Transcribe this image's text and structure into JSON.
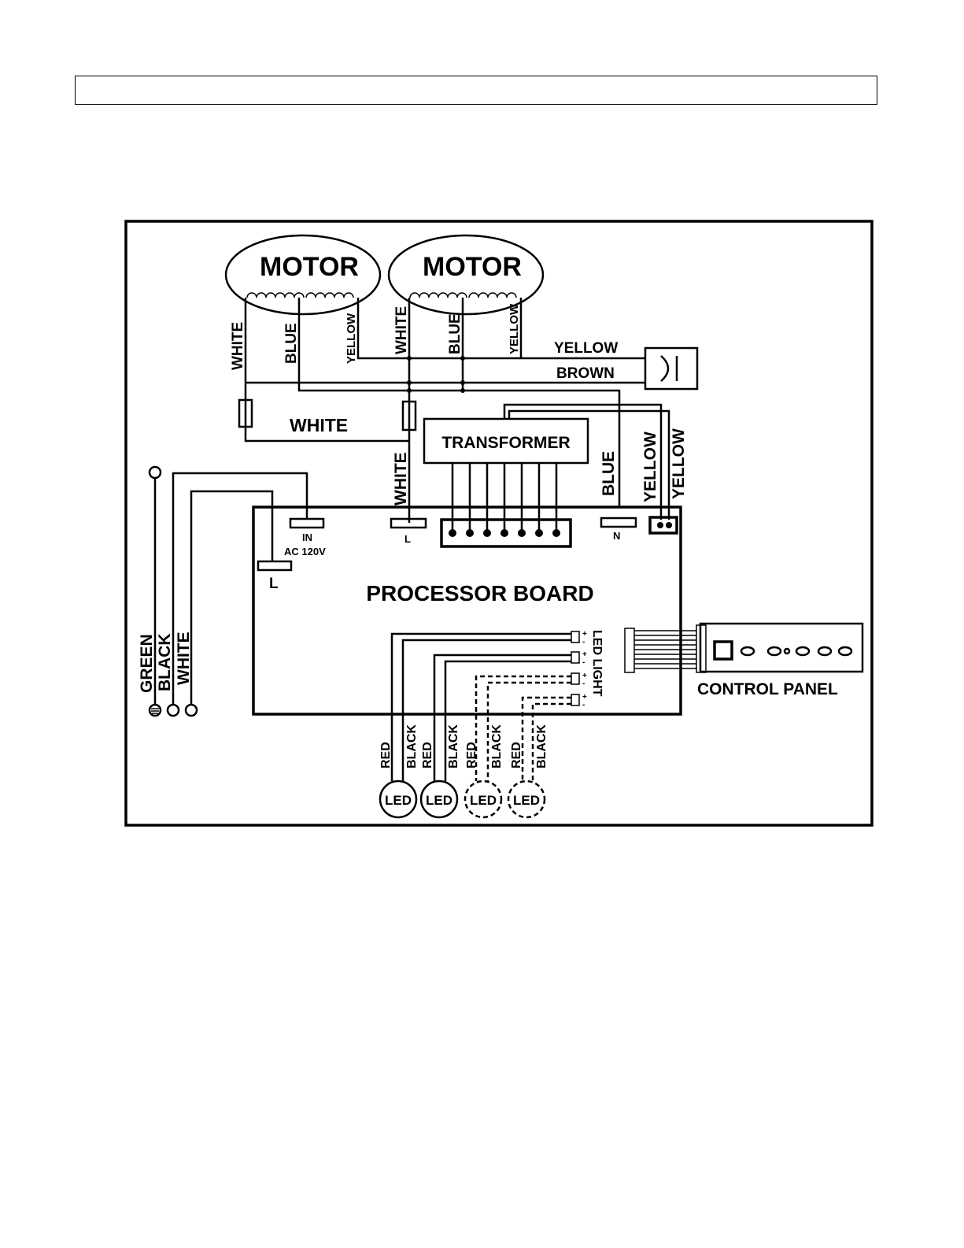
{
  "labels": {
    "motor": "MOTOR",
    "white": "WHITE",
    "blue": "BLUE",
    "yellow": "YELLOW",
    "brown": "BROWN",
    "transformer": "TRANSFORMER",
    "in": "IN",
    "ac_voltage": "AC 120V",
    "l": "L",
    "n": "N",
    "processor_board": "PROCESSOR BOARD",
    "led_light": "LED LIGHT",
    "control_panel": "CONTROL PANEL",
    "green": "GREEN",
    "black": "BLACK",
    "red": "RED",
    "led": "LED",
    "plus": "+",
    "minus": "-"
  }
}
